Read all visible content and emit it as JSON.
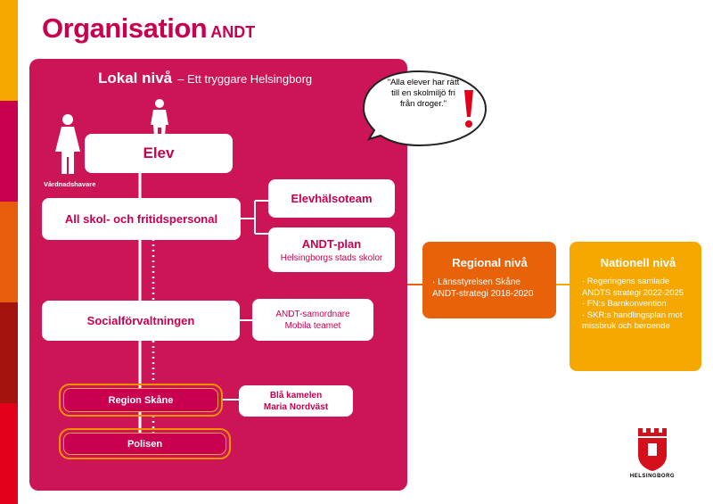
{
  "header": {
    "title": "Organisation",
    "subtitle": "ANDT"
  },
  "local": {
    "title": "Lokal nivå",
    "subtitle": "– Ett tryggare Helsingborg"
  },
  "quote": "\"Alla elever har rätt till en skolmiljö fri från droger.\"",
  "caregiver_label": "Vårdnadshavare",
  "boxes": {
    "elev": "Elev",
    "personal": "All skol- och fritidspersonal",
    "elevhalsoteam": "Elevhälsoteam",
    "andt_plan": {
      "title": "ANDT-plan",
      "sub": "Helsingborgs stads skolor"
    },
    "social": "Socialförvaltningen",
    "samordnare": {
      "line1": "ANDT-samordnare",
      "line2": "Mobila teamet"
    },
    "region": "Region Skåne",
    "kamel": {
      "line1": "Blå kamelen",
      "line2": "Maria Nordväst"
    },
    "polisen": "Polisen"
  },
  "regional": {
    "title": "Regional nivå",
    "items": [
      "· Länsstyrelsen Skåne",
      "ANDT-strategi 2018-2020"
    ]
  },
  "national": {
    "title": "Nationell nivå",
    "items": [
      "· Regeringens samlade",
      "ANDTS strategi 2022-2025",
      "· FN:s Barnkonvention",
      "· SKR:s handlingsplan mot",
      "missbruk och beroende"
    ]
  },
  "logo_text": "HELSINGBORG",
  "colors": {
    "magenta": "#c8004f",
    "orange": "#e8620a",
    "yellow": "#f5a800",
    "red": "#e3001b"
  }
}
